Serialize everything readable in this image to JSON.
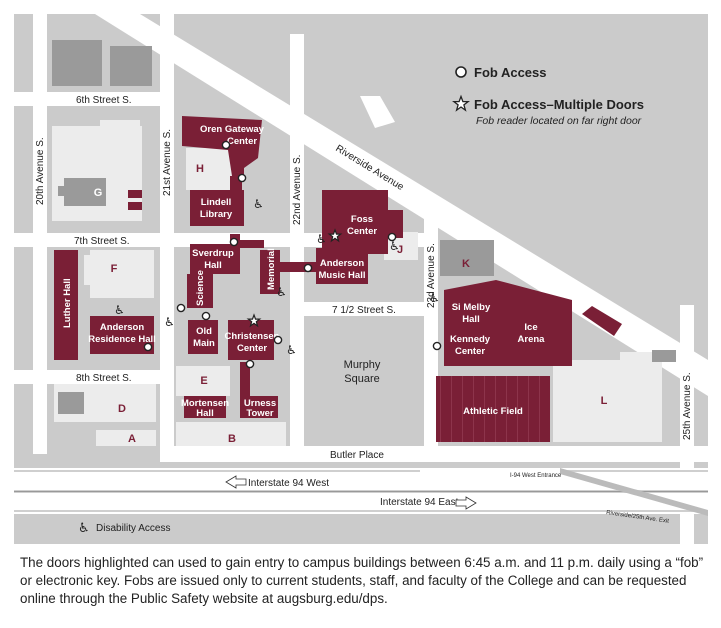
{
  "legend": {
    "fob_access": "Fob Access",
    "fob_multiple": "Fob Access–Multiple Doors",
    "fob_multiple_note": "Fob reader located on far right door",
    "disability": "Disability Access"
  },
  "streets": {
    "sixth": "6th Street S.",
    "seventh": "7th Street S.",
    "seven_half": "7 1/2 Street S.",
    "eighth": "8th Street S.",
    "twentieth": "20th Avenue S.",
    "twentyfirst": "21st Avenue S.",
    "twentysecond": "22nd Avenue S.",
    "twentythird": "23d Avenue S.",
    "twentyfifth": "25th Avenue S.",
    "riverside": "Riverside Avenue",
    "butler": "Butler Place",
    "i94_west": "Interstate 94 West",
    "i94_east": "Interstate 94 East",
    "i94_entrance": "I-94 West Entrance",
    "exit_25th": "Riverside/25th Ave. Exit"
  },
  "buildings": {
    "oren_1": "Oren Gateway",
    "oren_2": "Center",
    "lindell_1": "Lindell",
    "lindell_2": "Library",
    "sverdrup_1": "Sverdrup",
    "sverdrup_2": "Hall",
    "science": "Science",
    "old_main_1": "Old",
    "old_main_2": "Main",
    "christensen_1": "Christensen",
    "christensen_2": "Center",
    "memorial": "Memorial",
    "mortensen_1": "Mortensen",
    "mortensen_2": "Hall",
    "urness_1": "Urness",
    "urness_2": "Tower",
    "foss_1": "Foss",
    "foss_2": "Center",
    "anderson_music_1": "Anderson",
    "anderson_music_2": "Music Hall",
    "luther": "Luther Hall",
    "anderson_res_1": "Anderson",
    "anderson_res_2": "Residence Hall",
    "simelby_1": "Si Melby",
    "simelby_2": "Hall",
    "kennedy_1": "Kennedy",
    "kennedy_2": "Center",
    "ice_1": "Ice",
    "ice_2": "Arena",
    "athletic_field": "Athletic Field",
    "murphy_1": "Murphy",
    "murphy_2": "Square",
    "lot_a": "A",
    "lot_b": "B",
    "lot_d": "D",
    "lot_e": "E",
    "lot_f": "F",
    "lot_g": "G",
    "lot_h": "H",
    "lot_j": "J",
    "lot_k": "K",
    "lot_l": "L"
  },
  "colors": {
    "maroon": "#7a1f36",
    "street": "#ffffff",
    "block": "#cbcbcb",
    "gray_building": "#9a9a9a",
    "light_building": "#ececec"
  },
  "caption": "The doors highlighted can used to gain entry to campus buildings between 6:45 a.m. and 11 p.m. daily using a “fob” or electronic key. Fobs are issued only to current students, staff, and faculty of the College and can be requested online through the Public Safety website at augsburg.edu/dps."
}
